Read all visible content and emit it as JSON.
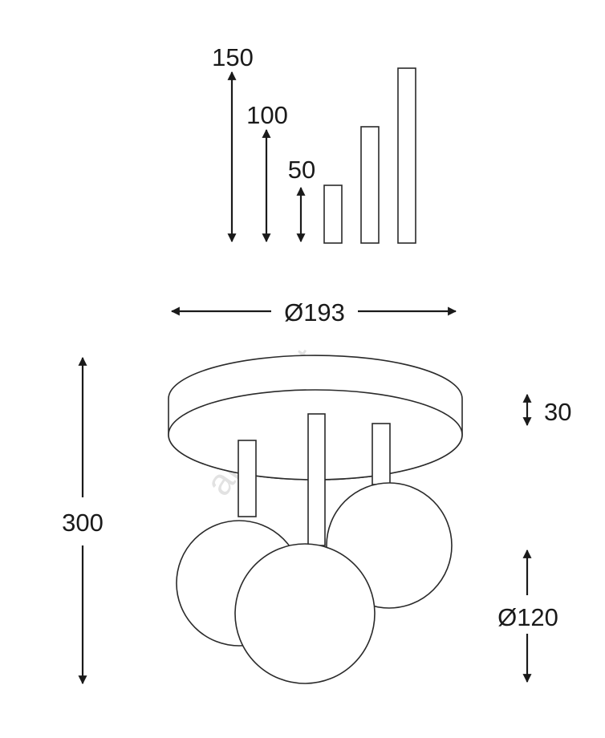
{
  "rod_lengths": {
    "label_150": "150",
    "label_100": "100",
    "label_50": "50"
  },
  "canopy_diameter": "Ø193",
  "total_height": "300",
  "canopy_height": "30",
  "globe_diameter": "Ø120",
  "watermark": "alasans.at",
  "colors": {
    "line": "#2a2a2a",
    "arrow": "#1a1a1a",
    "watermark": "#e2e2e2"
  }
}
